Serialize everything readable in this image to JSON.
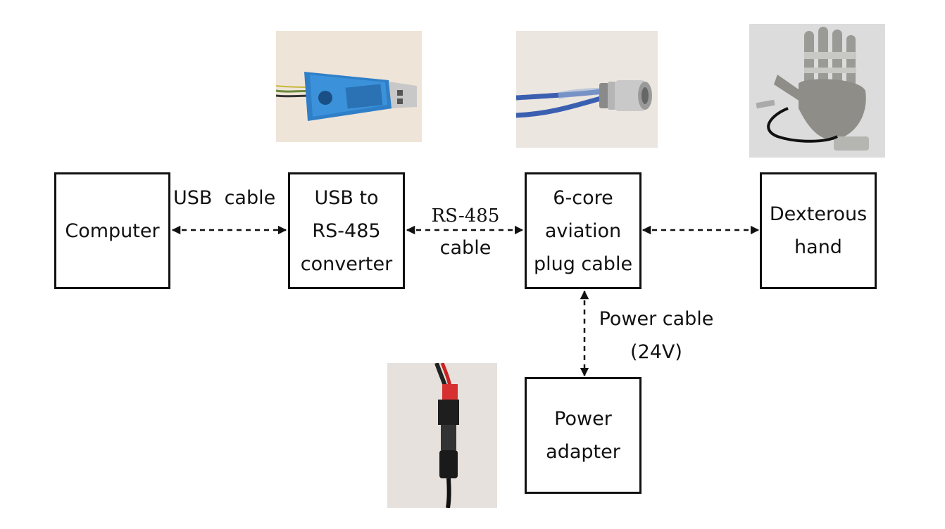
{
  "boxes": {
    "computer": "Computer",
    "converter": [
      "USB to",
      "RS-485",
      "converter"
    ],
    "aviation_plug": [
      "6-core",
      "aviation",
      "plug cable"
    ],
    "hand": [
      "Dexterous",
      "hand"
    ],
    "power_adapter": [
      "Power",
      "adapter"
    ]
  },
  "edges": {
    "usb_cable": "USB  cable",
    "rs485_cable": [
      "RS-485",
      "cable"
    ],
    "power_cable": [
      "Power cable",
      "(24V)"
    ]
  },
  "photos": [
    "usb-to-rs485-converter-photo",
    "aviation-plug-cable-photo",
    "dexterous-hand-photo",
    "power-adapter-photo"
  ]
}
